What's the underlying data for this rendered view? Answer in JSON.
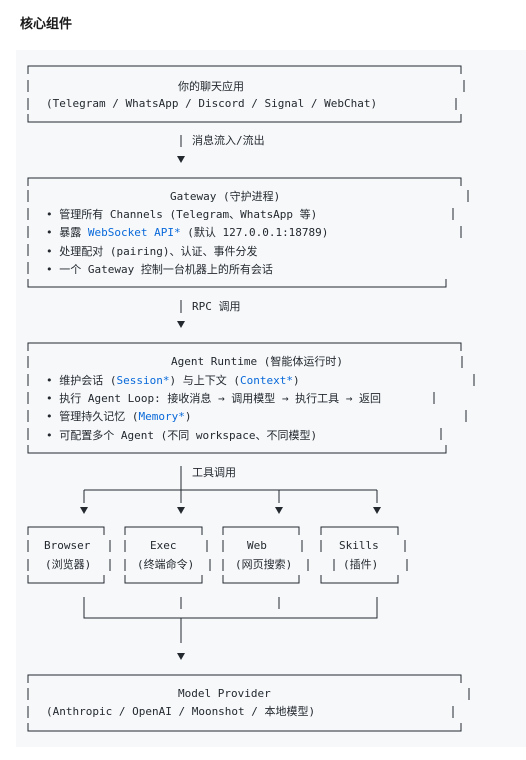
{
  "heading": "核心组件",
  "box_user": {
    "title": "你的聊天应用",
    "subtitle": "(Telegram / WhatsApp / Discord / Signal / WebChat)"
  },
  "arrow_1_label": "消息流入/流出",
  "box_gateway": {
    "title": "Gateway (守护进程)",
    "item1": "• 管理所有 Channels (Telegram、WhatsApp 等)",
    "item2_pre": "• 暴露 ",
    "item2_link": "WebSocket API*",
    "item2_post": " (默认 127.0.0.1:18789)",
    "item3": "• 处理配对 (pairing)、认证、事件分发",
    "item4": "• 一个 Gateway 控制一台机器上的所有会话"
  },
  "arrow_2_label": "RPC 调用",
  "box_runtime": {
    "title": "Agent Runtime (智能体运行时)",
    "item1_pre": "• 维护会话 (",
    "item1_link1": "Session*",
    "item1_mid": ") 与上下文 (",
    "item1_link2": "Context*",
    "item1_post": ")",
    "item2": "• 执行 Agent Loop: 接收消息 → 调用模型 → 执行工具 → 返回",
    "item3_pre": "• 管理持久记忆 (",
    "item3_link": "Memory*",
    "item3_post": ")",
    "item4": "• 可配置多个 Agent (不同 workspace、不同模型)"
  },
  "arrow_3_label": "工具调用",
  "tools": [
    {
      "name": "Browser",
      "desc": "(浏览器)"
    },
    {
      "name": "Exec",
      "desc": "(终端命令)"
    },
    {
      "name": "Web",
      "desc": "(网页搜索)"
    },
    {
      "name": "Skills",
      "desc": "(插件)"
    }
  ],
  "box_model": {
    "title": "Model Provider",
    "subtitle": "(Anthropic / OpenAI / Moonshot / 本地模型)"
  },
  "colors": {
    "panel_bg": "#f6f8fa",
    "link": "#0969da",
    "line": "#24292f"
  }
}
